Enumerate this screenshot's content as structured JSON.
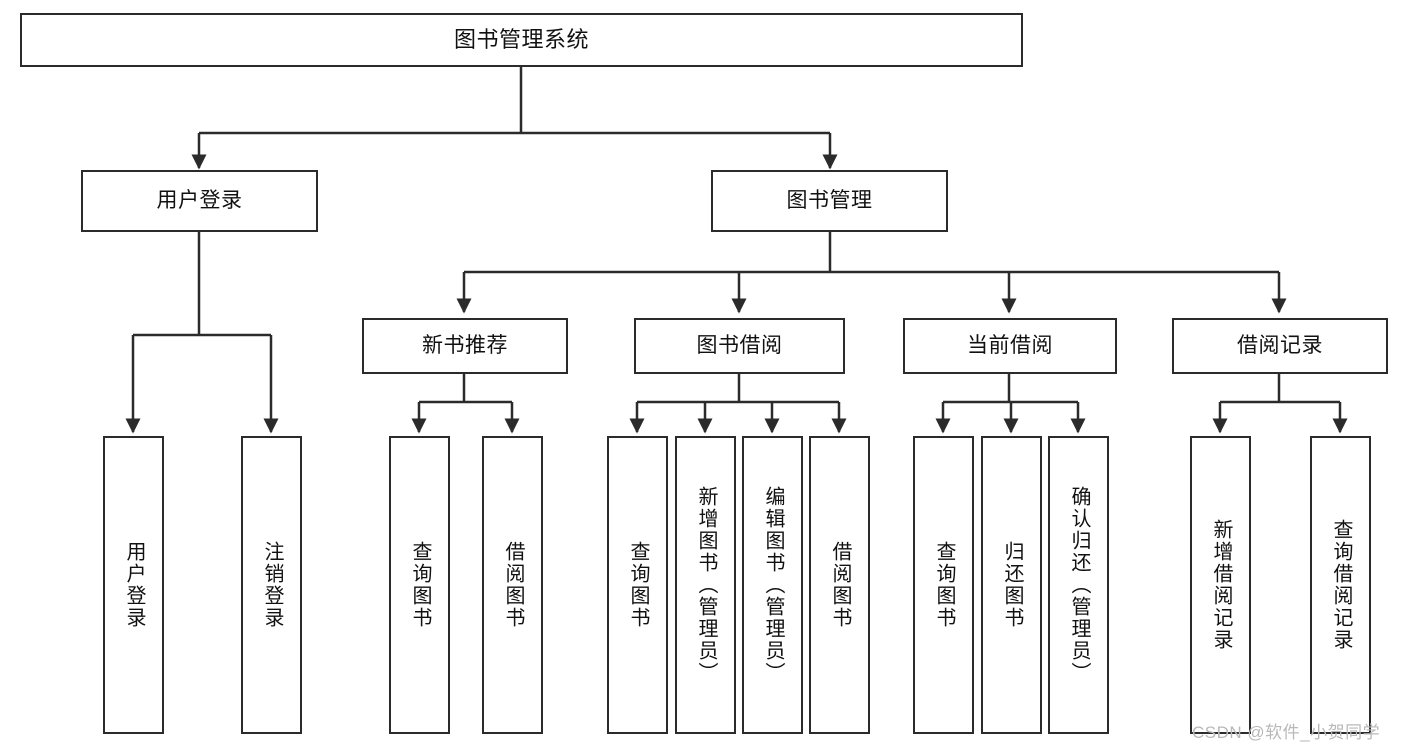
{
  "diagram": {
    "title": "图书管理系统",
    "stroke_color": "#2b2b2b",
    "text_color": "#111111",
    "background": "#ffffff",
    "nodes": {
      "root": "图书管理系统",
      "level1": {
        "user_login": "用户登录",
        "book_manage": "图书管理"
      },
      "level2": {
        "new_book_recommend": "新书推荐",
        "book_borrow": "图书借阅",
        "current_borrow": "当前借阅",
        "borrow_record": "借阅记录"
      },
      "leaves": {
        "user_login_do": "用户登录",
        "user_logout": "注销登录",
        "rec_query_book": "查询图书",
        "rec_borrow_book": "借阅图书",
        "borrow_query_book": "查询图书",
        "borrow_add_book": "新增图书（管理员）",
        "borrow_edit_book": "编辑图书（管理员）",
        "borrow_borrow_book": "借阅图书",
        "current_query_book": "查询图书",
        "current_return_book": "归还图书",
        "current_confirm_return": "确认归还（管理员）",
        "record_add": "新增借阅记录",
        "record_query": "查询借阅记录"
      }
    }
  },
  "watermark": {
    "text": "CSDN @软件_小贺同学",
    "color": "#b9b9b9"
  }
}
